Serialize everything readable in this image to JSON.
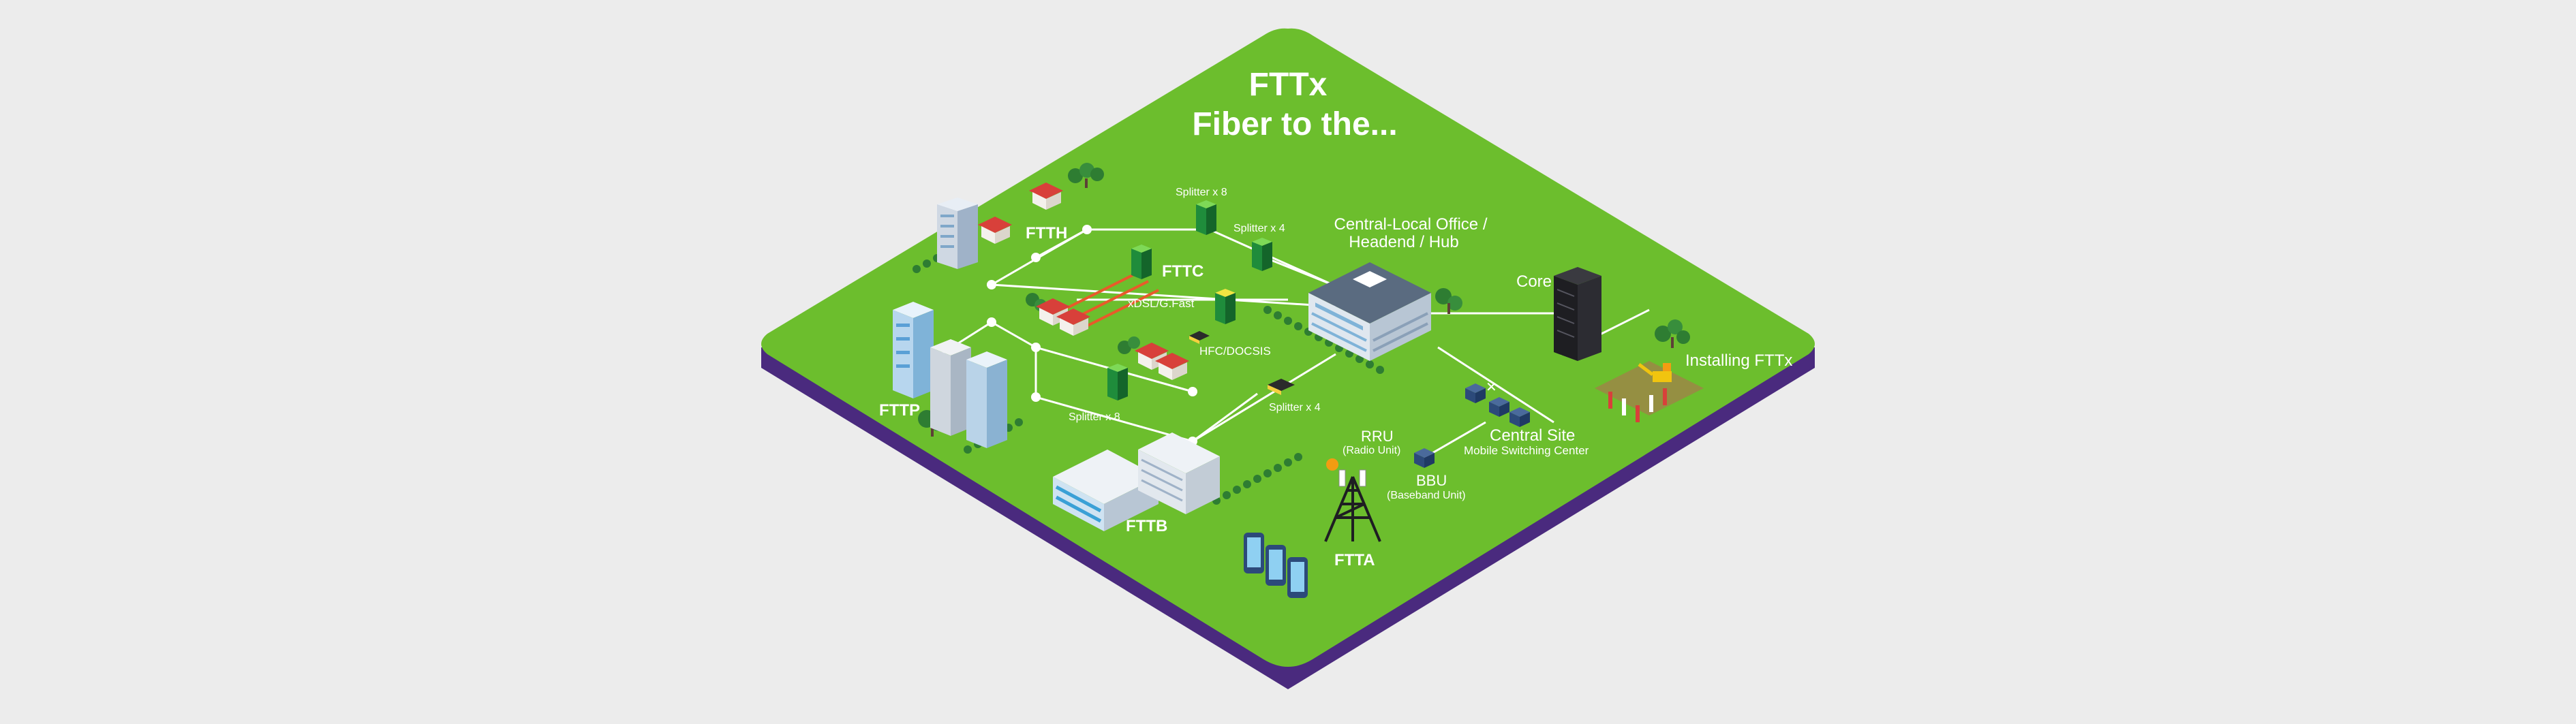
{
  "title": {
    "line1": "FTTx",
    "line2": "Fiber to the..."
  },
  "labels": {
    "ftth": "FTTH",
    "fttc": "FTTC",
    "fttp": "FTTP",
    "fttb": "FTTB",
    "ftta": "FTTA",
    "splitter_x8_top": "Splitter x 8",
    "splitter_x4_top": "Splitter x 4",
    "splitter_x8_bottom": "Splitter x 8",
    "splitter_x4_bottom": "Splitter x 4",
    "xdsl": "xDSL/G.Fast",
    "hfc": "HFC/DOCSIS",
    "central_office_line1": "Central-Local Office /",
    "central_office_line2": "Headend / Hub",
    "core": "Core",
    "installing": "Installing FTTx",
    "central_site": "Central Site",
    "central_site_sub": "Mobile Switching Center",
    "rru": "RRU",
    "rru_sub": "(Radio Unit)",
    "bbu": "BBU",
    "bbu_sub": "(Baseband Unit)"
  },
  "colors": {
    "background": "#ececec",
    "platform_top": "#6cbe2d",
    "platform_side": "#4a2a7e",
    "fiber_line": "#ffffff",
    "splitter": "#1f8c3b",
    "roof": "#d8403a",
    "copper_line": "#e85a2a",
    "core_rack": "#1e1e22",
    "site_box": "#2c4a7a"
  },
  "icons": [
    "house-icon",
    "apartment-tower-icon",
    "office-building-icon",
    "splitter-cabinet-icon",
    "central-office-icon",
    "core-rack-icon",
    "cell-tower-icon",
    "smartphone-icon",
    "tree-icon",
    "construction-barrier-icon",
    "excavator-icon"
  ]
}
